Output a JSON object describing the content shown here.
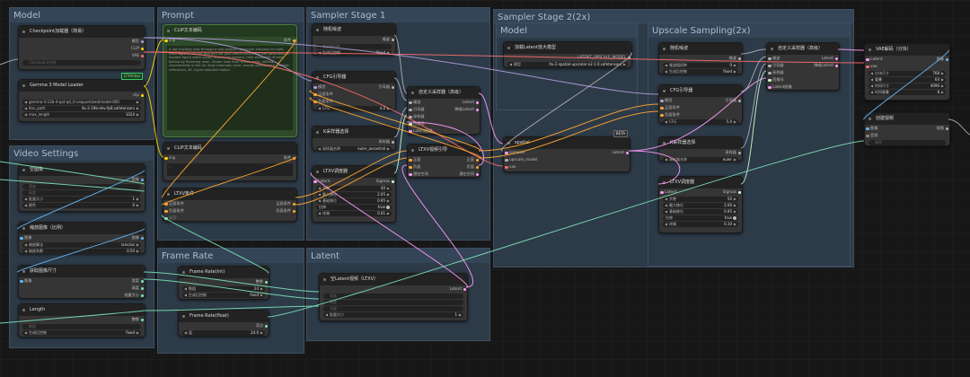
{
  "colors": {
    "clip": "#ffd500",
    "conditioning": "#ffa931",
    "latent": "#ff9cf9",
    "model": "#b39ddb",
    "vae": "#ff6e6e",
    "image": "#64b5f6",
    "sigmas": "#cdffcd",
    "int": "#7de3b8",
    "noise": "#b0b0b0",
    "prompt_bg": "#2e4a2a"
  },
  "groups": {
    "model": "Model",
    "prompt": "Prompt",
    "sampler1": "Sampler Stage 1",
    "sampler2": "Sampler Stage 2(2x)",
    "sampler2_model": "Model",
    "upscale": "Upscale Sampling(2x)",
    "video": "Video Settings",
    "framerate": "Frame Rate",
    "latent": "Latent"
  },
  "nodes": {
    "ckpt": {
      "title": "Checkpoint加载器（简易）",
      "o1": "模型",
      "o2": "CLIP",
      "o3": "VAE",
      "w1": "Checkpoint名称"
    },
    "gemma": {
      "title": "Gemma 3 Model Loader",
      "badge": "LTXVideo",
      "o1": "clip",
      "w1": "gemma-3-12b-it-qat-q4_0-unquantized/model-000",
      "w2l": "ltxv_path",
      "w2v": "ltx-2-19b-dev-fp8.safetensors",
      "w3l": "max_length",
      "w3v": "1024"
    },
    "clip_pos": {
      "title": "CLIP文本编码",
      "i1": "clip",
      "o1": "条件",
      "text": "A low tracking shot through a rain-soaked cyberpunk alleyway at night, neon signs in vibrant teal and hot pink reflect across the wet pavement. A hooded figure walks slowly toward the camera, their silhouette lit from behind by flickering neon. Steam rises from street vents, drifting cinematically in the air. Slow cinematic track, moody atmosphere, realistic reflections, 4K, hyper-detailed motion."
    },
    "clip_neg": {
      "title": "CLIP文本编码",
      "i1": "clip",
      "o1": "条件",
      "text": "..."
    },
    "ltxv_cond": {
      "title": "LTXV条件",
      "i1": "正面条件",
      "i2": "负面条件",
      "o1": "正面条件",
      "o2": "负面条件",
      "w1": "帧率"
    },
    "noise1": {
      "title": "随机噪波",
      "o1": "噪波",
      "w1": "噪波随机种",
      "w2l": "生成后控制",
      "w2v": "fixed"
    },
    "cfg1": {
      "title": "CFG引导器",
      "i1": "模型",
      "i2": "正面条件",
      "i3": "负面条件",
      "o1": "引导器",
      "w1l": "CFG",
      "w1v": "4.0"
    },
    "ksel1": {
      "title": "K采样器选择",
      "o1": "采样器",
      "w1l": "采样器名称",
      "w1v": "euler_ancestral"
    },
    "sched1": {
      "title": "LTXV调度器",
      "i1": "Latent",
      "o1": "Sigmas",
      "w1l": "步数",
      "w1v": "40",
      "w2l": "最大移位",
      "w2v": "2.05",
      "w3l": "基础移位",
      "w3v": "0.95",
      "w4l": "拉伸",
      "w4v": "true",
      "w5l": "终端",
      "w5v": "0.01"
    },
    "sca1": {
      "title": "自定义采样器（高级）",
      "i1": "噪波",
      "i2": "引导器",
      "i3": "采样器",
      "i4": "西格玛",
      "i5": "Latent图像",
      "o1": "Latent",
      "o2": "降噪Latent"
    },
    "ltxvguide": {
      "title": "LTXV视频引导",
      "i1": "正面",
      "i2": "负面",
      "i3": "潜在空间",
      "o1": "正面",
      "o2": "负面",
      "o3": "潜在空间"
    },
    "upmodel": {
      "title": "加载Latent放大模型",
      "o1": "LATENT_UPSCALE_MODEL",
      "w1l": "模型",
      "w1v": "ltx-2-spatial-upscaler-x2-1.0.safetensors"
    },
    "spatial": {
      "title": "spatial",
      "badge": "BETA",
      "i1": "samples",
      "i2": "upscale_model",
      "i3": "vae",
      "o1": "Latent"
    },
    "noise2": {
      "title": "随机噪波",
      "o1": "噪波",
      "w1l": "噪波随机种",
      "w1v": "0",
      "w2l": "生成后控制",
      "w2v": "fixed"
    },
    "cfg2": {
      "title": "CFG引导器",
      "i1": "模型",
      "i2": "正面条件",
      "i3": "负面条件",
      "o1": "引导器",
      "w1l": "CFG",
      "w1v": "5.0"
    },
    "ksel2": {
      "title": "K采样器选择",
      "o1": "采样器",
      "w1l": "采样器名称",
      "w1v": "euler"
    },
    "sched2": {
      "title": "LTXV调度器",
      "i1": "Latent",
      "o1": "Sigmas",
      "w1l": "步数",
      "w1v": "50",
      "w2l": "最大移位",
      "w2v": "2.00",
      "w3l": "基础移位",
      "w3v": "0.95",
      "w4l": "拉伸",
      "w4v": "true",
      "w5l": "终端",
      "w5v": "0.10"
    },
    "sca2": {
      "title": "自定义采样器（高级）",
      "i1": "噪波",
      "i2": "引导器",
      "i3": "采样器",
      "i4": "西格玛",
      "i5": "Latent图像",
      "o1": "Latent",
      "o2": "降噪Latent"
    },
    "vaedec": {
      "title": "VAE解码（分块）",
      "i1": "Latent",
      "i2": "vae",
      "o1": "图像",
      "w1l": "分块尺寸",
      "w1v": "768",
      "w2l": "重叠",
      "w2v": "64",
      "w3l": "时间尺寸",
      "w3v": "4096",
      "w4l": "时间重叠",
      "w4v": "8"
    },
    "video": {
      "title": "创建视频",
      "i1": "图像",
      "i2": "音频",
      "o1": "视频",
      "w1": "帧率"
    },
    "empty_img": {
      "title": "空图像",
      "o1": "图像",
      "w1": "宽度",
      "w2": "高度",
      "w3l": "批量大小",
      "w3v": "1",
      "w4l": "颜色",
      "w4v": "0"
    },
    "scale": {
      "title": "缩放图像（比例）",
      "i1": "图像",
      "o1": "图像",
      "w1l": "缩放算法",
      "w1v": "lanczos",
      "w2l": "缩放系数",
      "w2v": "0.50"
    },
    "getsize": {
      "title": "获取图像尺寸",
      "i1": "图像",
      "o1": "宽度",
      "o2": "高度",
      "o3": "批量大小"
    },
    "length": {
      "title": "Length",
      "o1": "整数",
      "w1": "数值",
      "w2l": "生成后控制",
      "w2v": "fixed"
    },
    "fr_int": {
      "title": "Frame Rate(Int)",
      "o1": "整数",
      "w1l": "数值",
      "w1v": "24",
      "w2l": "生成后控制",
      "w2v": "fixed"
    },
    "fr_float": {
      "title": "Frame Rate(float)",
      "o1": "浮点",
      "w1l": "值",
      "w1v": "24.0"
    },
    "emptylat": {
      "title": "空Latent视频（LTXV）",
      "o1": "Latent",
      "w1": "宽度",
      "w2": "高度",
      "w3": "长度",
      "w4l": "批量大小",
      "w4v": "1"
    }
  }
}
